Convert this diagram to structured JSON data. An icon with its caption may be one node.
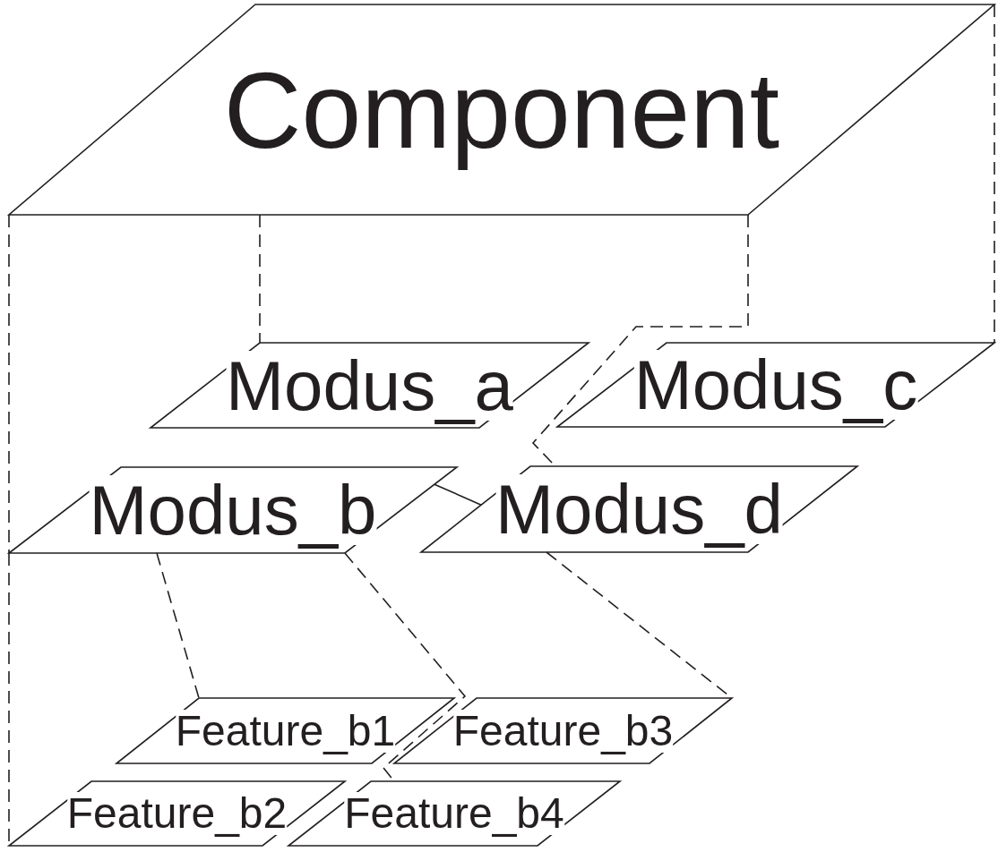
{
  "diagram": {
    "nodes": [
      {
        "text": [
          "Component"
        ]
      },
      {
        "text": [
          "Modus_a"
        ]
      },
      {
        "text": [
          "Modus_c"
        ]
      },
      {
        "text": [
          "Modus_b"
        ]
      },
      {
        "text": [
          "Modus_d"
        ]
      },
      {
        "text": [
          "Feature_b1"
        ]
      },
      {
        "text": [
          "Feature_b3"
        ]
      },
      {
        "text": [
          "Feature_b2"
        ]
      },
      {
        "text": [
          "Feature_b4"
        ]
      }
    ],
    "edges": [
      {
        "from": 0,
        "to": 1,
        "arrow": "none",
        "style": "dashed"
      },
      {
        "from": 0,
        "to": 2,
        "arrow": "none",
        "style": "dashed"
      },
      {
        "from": 0,
        "to": 3,
        "arrow": "none",
        "style": "dashed"
      },
      {
        "from": 0,
        "to": 4,
        "arrow": "none",
        "style": "dashed"
      },
      {
        "from": 3,
        "to": 7,
        "arrow": "none",
        "style": "dashed"
      },
      {
        "from": 3,
        "to": 5,
        "arrow": "none",
        "style": "dashed"
      },
      {
        "from": 3,
        "to": 8,
        "arrow": "none",
        "style": "dashed"
      },
      {
        "from": 4,
        "to": 6,
        "arrow": "none",
        "style": "dashed"
      },
      {
        "from": 3,
        "to": 4,
        "arrow": "none"
      }
    ]
  }
}
